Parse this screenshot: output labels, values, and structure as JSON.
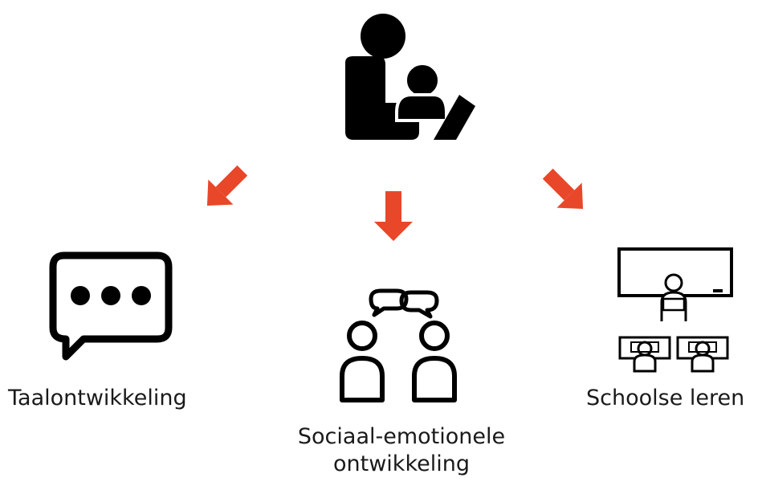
{
  "diagram": {
    "accent_color": "#e8472a",
    "icon_color": "#000000",
    "top": {
      "icon": "reading-to-child-icon"
    },
    "branches": [
      {
        "label": "Taalontwikkeling",
        "icon": "speech-bubble-icon"
      },
      {
        "label": "Sociaal-emotionele ontwikkeling",
        "label_line1": "Sociaal-emotionele",
        "label_line2": "ontwikkeling",
        "icon": "two-people-talking-icon"
      },
      {
        "label": "Schoolse leren",
        "icon": "classroom-icon"
      }
    ]
  }
}
